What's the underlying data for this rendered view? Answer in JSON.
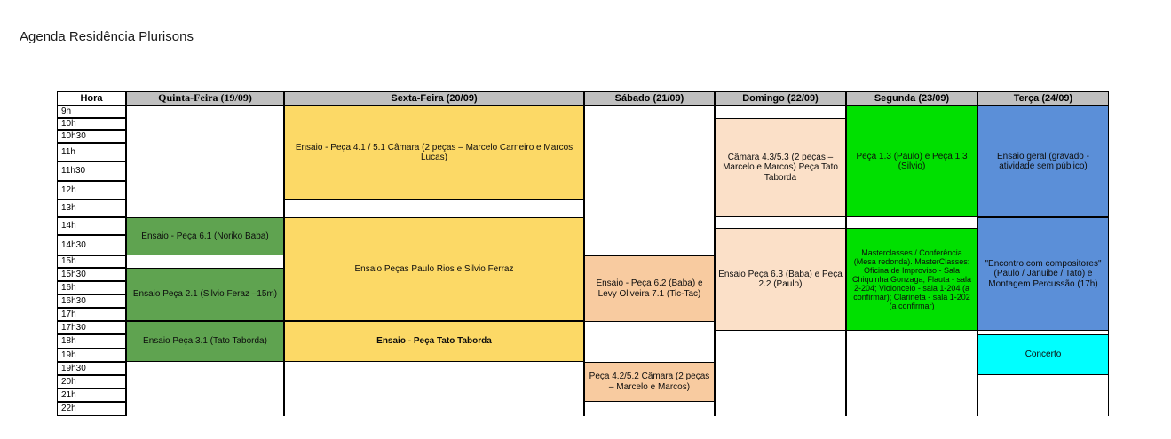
{
  "page": {
    "title": "Agenda Residência Plurisons"
  },
  "table": {
    "hour_header": "Hora",
    "columns": [
      {
        "label": "Quinta-Feira (19/09)",
        "style": "serif"
      },
      {
        "label": "Sexta-Feira (20/09)",
        "style": "sans"
      },
      {
        "label": "Sábado (21/09)",
        "style": "sans"
      },
      {
        "label": "Domingo (22/09)",
        "style": "sans"
      },
      {
        "label": "Segunda (23/09)",
        "style": "sans"
      },
      {
        "label": "Terça (24/09)",
        "style": "sans"
      }
    ],
    "hours": [
      "9h",
      "10h",
      "10h30",
      "11h",
      "11h30",
      "12h",
      "13h",
      "14h",
      "14h30",
      "15h",
      "15h30",
      "16h",
      "16h30",
      "17h",
      "17h30",
      "18h",
      "19h",
      "19h30",
      "20h",
      "21h",
      "22h"
    ],
    "events": [
      {
        "text": "Ensaio - Peça 6.1 (Noriko Baba)",
        "color": "#5FA350",
        "day": "Quinta-Feira (19/09)"
      },
      {
        "text": "Ensaio Peça 2.1 (Silvio Feraz –15m)",
        "color": "#5FA350",
        "day": "Quinta-Feira (19/09)"
      },
      {
        "text": "Ensaio Peça 3.1 (Tato Taborda)",
        "color": "#5FA350",
        "day": "Quinta-Feira (19/09)"
      },
      {
        "text": "Ensaio - Peça 4.1 / 5.1 Câmara (2 peças – Marcelo Carneiro e Marcos Lucas)",
        "color": "#FCD966",
        "day": "Sexta-Feira (20/09)"
      },
      {
        "text": "Ensaio Peças Paulo Rios e Silvio Ferraz",
        "color": "#FCD966",
        "day": "Sexta-Feira (20/09)"
      },
      {
        "text": "Ensaio - Peça Tato Taborda",
        "color": "#FCD966",
        "day": "Sexta-Feira (20/09)"
      },
      {
        "text": "Ensaio - Peça 6.2 (Baba) e Levy Oliveira 7.1 (Tic-Tac)",
        "color": "#F8CBA0",
        "day": "Sábado (21/09)"
      },
      {
        "text": "Peça 4.2/5.2 Câmara (2 peças – Marcelo e Marcos)",
        "color": "#F8CBA0",
        "day": "Sábado (21/09)"
      },
      {
        "text": "Câmara 4.3/5.3 (2 peças – Marcelo e Marcos) Peça Tato Taborda",
        "color": "#FBE0C8",
        "day": "Domingo (22/09)"
      },
      {
        "text": "Ensaio Peça 6.3 (Baba) e Peça 2.2 (Paulo)",
        "color": "#FBE0C8",
        "day": "Domingo (22/09)"
      },
      {
        "text": "Peça 1.3 (Paulo) e Peça 1.3 (Silvio)",
        "color": "#00E000",
        "day": "Segunda (23/09)"
      },
      {
        "text": "Masterclasses / Conferência (Mesa redonda). MasterClasses: Oficina de Improviso - Sala Chiquinha Gonzaga; Flauta - sala 2-204; Violoncelo - sala 1-204 (a confirmar); Clarineta - sala 1-202 (a confirmar)",
        "color": "#00E000",
        "day": "Segunda (23/09)"
      },
      {
        "text": "Ensaio geral (gravado - atividade sem público)",
        "color": "#5B8FD8",
        "day": "Terça (24/09)"
      },
      {
        "text": "\"Encontro com compositores\" (Paulo / Januibe / Tato) e Montagem Percussão (17h)",
        "color": "#5B8FD8",
        "day": "Terça (24/09)"
      },
      {
        "text": "Concerto",
        "color": "#00FFFF",
        "day": "Terça (24/09)"
      }
    ]
  },
  "colors": {
    "header_gray": "#BFBFBF",
    "yellow": "#FCD966",
    "peach": "#F8CBA0",
    "light_peach": "#FBE0C8",
    "green_dark": "#5FA350",
    "green_bright": "#00E000",
    "blue": "#5B8FD8",
    "cyan": "#00FFFF"
  }
}
